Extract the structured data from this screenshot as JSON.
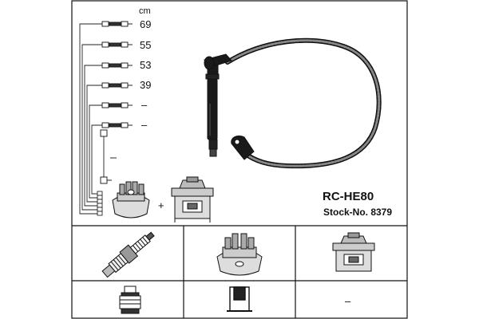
{
  "product": {
    "model": "RC-HE80",
    "stock_number": "Stock-No. 8379"
  },
  "lengths": {
    "unit": "cm",
    "values": [
      "69",
      "55",
      "53",
      "39",
      "–",
      "–"
    ]
  },
  "plus_sign": "+",
  "components": [
    {
      "name": "spark-plug",
      "icon": "spark-plug-icon",
      "alternate": "spark-plug-terminal-icon"
    },
    {
      "name": "distributor-cap",
      "icon": "distributor-cap-icon",
      "alternate": "distributor-terminal-icon"
    },
    {
      "name": "ignition-coil",
      "icon": "ignition-coil-icon",
      "alternate": "–"
    }
  ],
  "colors": {
    "line": "#111111",
    "cable": "#444444",
    "boot": "#1a1a1a",
    "background": "#ffffff"
  }
}
